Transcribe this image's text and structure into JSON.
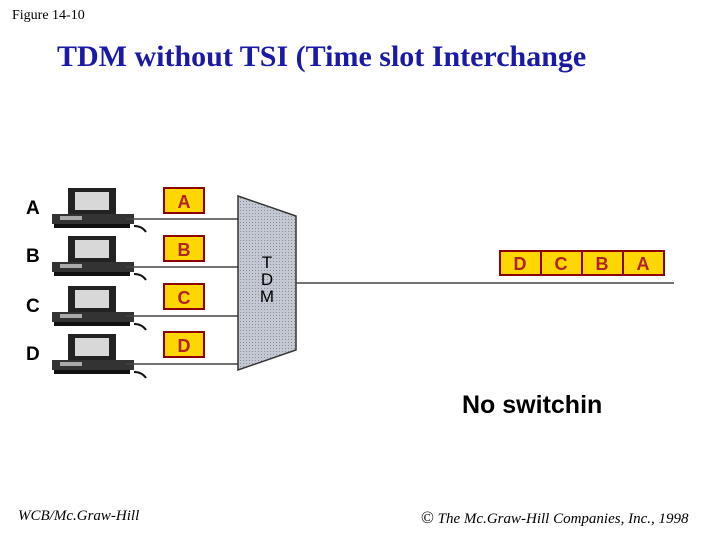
{
  "figure_label": "Figure 14-10",
  "title": "TDM without TSI (Time slot Interchange",
  "stations": [
    {
      "label": "A",
      "slot": "A"
    },
    {
      "label": "B",
      "slot": "B"
    },
    {
      "label": "C",
      "slot": "C"
    },
    {
      "label": "D",
      "slot": "D"
    }
  ],
  "mux_label": [
    "T",
    "D",
    "M"
  ],
  "output_frame": [
    "D",
    "C",
    "B",
    "A"
  ],
  "caption": "No switchin",
  "footer": {
    "left": "WCB/Mc.Graw-Hill",
    "copyright_symbol": "©",
    "right": "The Mc.Graw-Hill Companies, Inc., 1998"
  },
  "colors": {
    "title": "#1a1aa6",
    "slot_fill": "#ffd700",
    "slot_border": "#8b0000",
    "slot_text": "#b22222",
    "mux_fill": "#b8bcc6",
    "line": "#444444"
  }
}
